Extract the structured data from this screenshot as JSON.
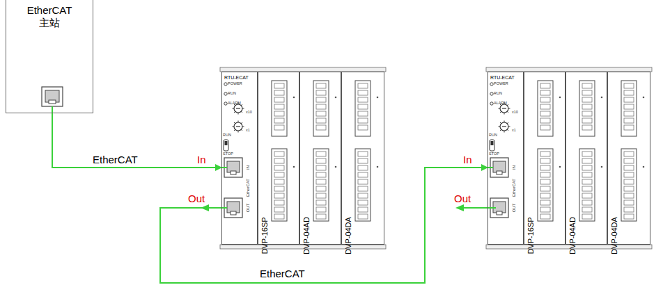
{
  "diagram": {
    "nodes": [
      {
        "text": [
          "EtherCAT 主站"
        ]
      },
      {
        "text": [
          "RTU-ECAT"
        ]
      },
      {
        "text": [
          "DVP-16SP"
        ]
      },
      {
        "text": [
          "DVP-04AD"
        ]
      },
      {
        "text": [
          "DVP-04DA"
        ]
      },
      {
        "text": [
          "RTU-ECAT"
        ]
      },
      {
        "text": [
          "DVP-16SP"
        ]
      },
      {
        "text": [
          "DVP-04AD"
        ]
      },
      {
        "text": [
          "DVP-04DA"
        ]
      }
    ],
    "edges": [
      {
        "from": 0,
        "to": 1,
        "label": "EtherCAT",
        "arrow": "to"
      },
      {
        "from": 1,
        "to": 5,
        "label": "EtherCAT",
        "arrow": "to"
      }
    ],
    "labels": [
      "In",
      "Out",
      "POWER",
      "RUN",
      "ALARM",
      "RUN",
      "STOP",
      "x10",
      "x1",
      "IN",
      "EtherCAT",
      "OUT",
      "In",
      "Out",
      "POWER",
      "RUN",
      "ALARM",
      "RUN",
      "STOP",
      "x10",
      "x1",
      "IN",
      "EtherCAT",
      "OUT"
    ]
  }
}
